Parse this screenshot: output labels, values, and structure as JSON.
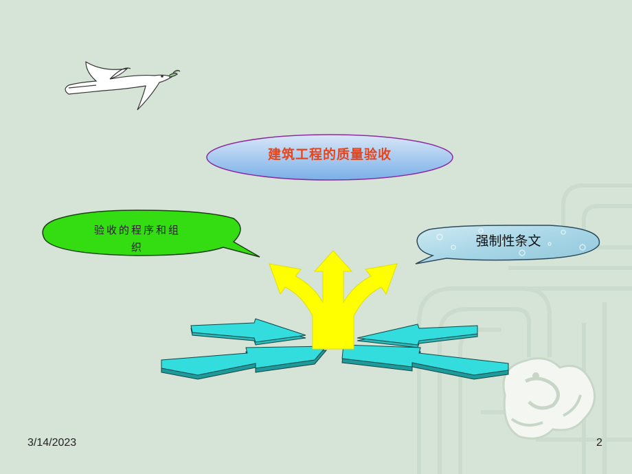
{
  "slide": {
    "title": "建筑工程的质量验收",
    "left_bubble": "验收的程序和组\n织",
    "right_bubble": "强制性条文",
    "date": "3/14/2023",
    "page_number": "2"
  },
  "colors": {
    "background": "#d6e3d7",
    "title_text": "#e8441a",
    "left_bubble_fill": "#33dd11",
    "yellow_arrow": "#ffff00",
    "cyan_arrows": "#33dddd"
  },
  "icons": [
    "dove-icon",
    "dragon-watermark"
  ]
}
